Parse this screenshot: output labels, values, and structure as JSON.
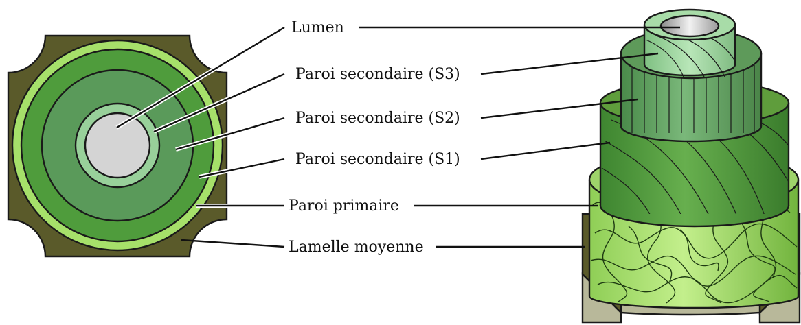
{
  "labels": {
    "lumen": "Lumen",
    "s3": "Paroi secondaire (S3)",
    "s2": "Paroi secondaire (S2)",
    "s1": "Paroi secondaire (S1)",
    "primary": "Paroi primaire",
    "middle_lamella": "Lamelle moyenne"
  },
  "colors": {
    "middle_lamella": "#5a5a2a",
    "primary_wall": "#a6e06a",
    "s1": "#4f9c3c",
    "s2": "#5a9a5a",
    "s3": "#98d09a",
    "lumen": "#d4d4d4",
    "outline": "#1a1a1a"
  }
}
